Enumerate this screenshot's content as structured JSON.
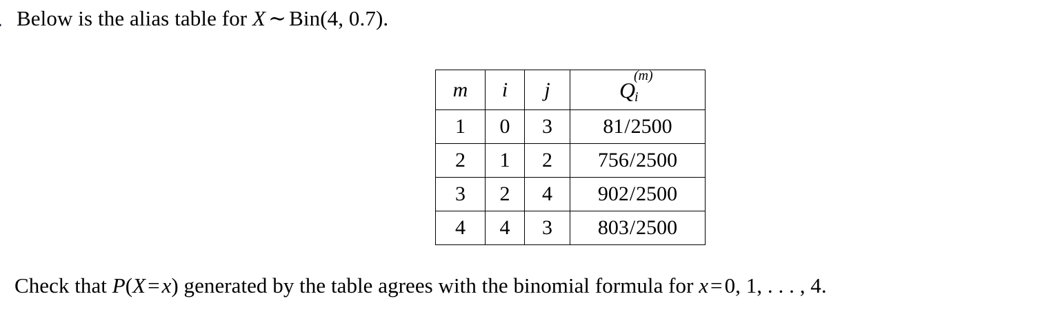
{
  "document": {
    "list_marker": ".",
    "intro": {
      "text_before": "Below is the alias table for",
      "variable": "X",
      "relation": "∼",
      "distribution_name": "Bin",
      "distribution_args": "(4, 0.7)",
      "trailing": ".",
      "full_text": "Below is the alias table for X ∼ Bin(4,0.7)."
    },
    "closing": {
      "text_start": "Check that",
      "prob_p": "P",
      "prob_open": "(",
      "prob_var": "X",
      "prob_eq": "=",
      "prob_x": "x",
      "prob_close": ")",
      "text_middle": "generated by the table agrees with the binomial formula for",
      "final_var": "x",
      "final_eq": "=",
      "final_values": "0, 1, . . . , 4.",
      "full_text": "Check that P(X = x) generated by the table agrees with the binomial formula for x = 0, 1, . . . , 4."
    }
  },
  "alias_table": {
    "caption": "Alias table for X ~ Bin(4, 0.7)",
    "headers": {
      "m": "m",
      "i": "i",
      "j": "j",
      "q_base": "Q",
      "q_superscript": "(m)",
      "q_subscript": "i"
    },
    "rows": [
      {
        "m": "1",
        "i": "0",
        "j": "3",
        "q_numerator": "81",
        "q_denominator": "2500",
        "q": "81/2500"
      },
      {
        "m": "2",
        "i": "1",
        "j": "2",
        "q_numerator": "756",
        "q_denominator": "2500",
        "q": "756/2500"
      },
      {
        "m": "3",
        "i": "2",
        "j": "4",
        "q_numerator": "902",
        "q_denominator": "2500",
        "q": "902/2500"
      },
      {
        "m": "4",
        "i": "4",
        "j": "3",
        "q_numerator": "803",
        "q_denominator": "2500",
        "q": "803/2500"
      }
    ]
  },
  "colors": {
    "text": "#000000",
    "background": "#ffffff",
    "rule": "#000000"
  }
}
